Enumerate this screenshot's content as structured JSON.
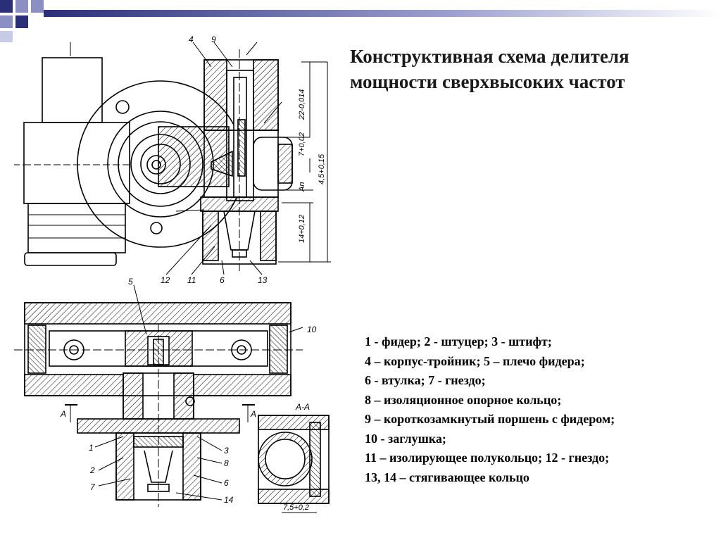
{
  "slide": {
    "title_line1": "Конструктивная схема делителя",
    "title_line2": "мощности сверхвысоких частот",
    "legend": [
      "1 - фидер; 2 - штуцер; 3 - штифт;",
      "4 – корпус-тройник; 5 – плечо фидера;",
      "6 - втулка; 7 - гнездо;",
      "8 – изоляционное опорное кольцо;",
      "9 – короткозамкнутый поршень с фидером;",
      "10 - заглушка;",
      "11 – изолирующее полукольцо; 12 - гнездо;",
      "13, 14 – стягивающее кольцо"
    ]
  },
  "drawing": {
    "top_view_labels": [
      "4",
      "9",
      "12",
      "11",
      "6",
      "13"
    ],
    "top_dimensions": [
      "22-0,014",
      "7+0,02",
      "4,5+0,15",
      "14+0,12",
      "An"
    ],
    "bottom_view_labels": [
      "5",
      "10",
      "1",
      "2",
      "7",
      "3",
      "8",
      "6",
      "14"
    ],
    "section_markers": [
      "A",
      "A",
      "А-А"
    ],
    "section_dimension": "7,5+0,2"
  }
}
